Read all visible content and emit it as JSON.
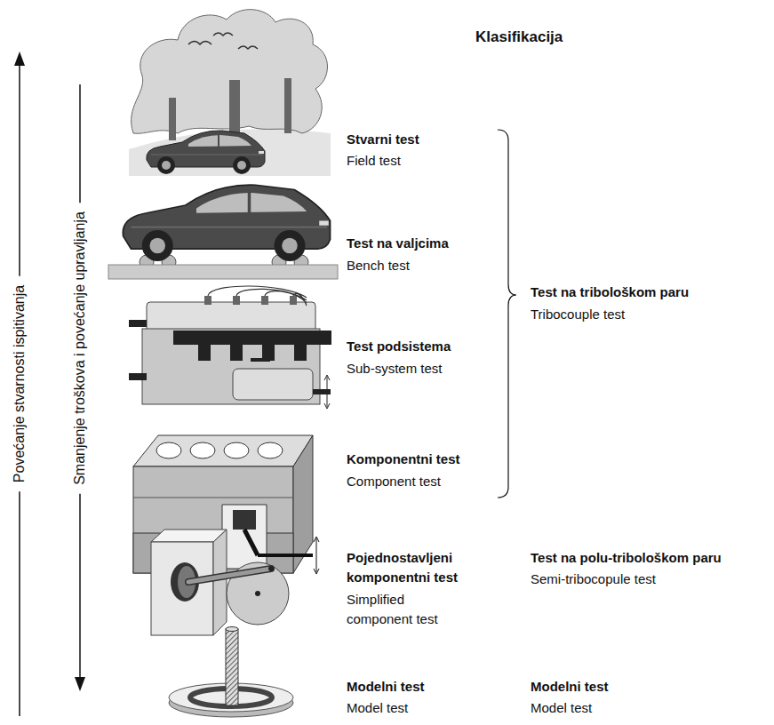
{
  "diagram": {
    "title": "Klasifikacija",
    "labels": [
      "Povećanje stvarnosti ispitivanja",
      "Smanjenje troškova i povećanje upravljanja",
      "Stvarni test",
      "Field test",
      "Test na valjcima",
      "Bench test",
      "Test na tribološkom paru",
      "Tribocouple test",
      "Test podsistema",
      "Sub-system test",
      "Komponentni test",
      "Component test",
      "Pojednostavljeni komponentni test",
      "Simplified component test",
      "Test na polu-tribološkom paru",
      "Semi-tribocopule test",
      "Modelni test",
      "Model test",
      "Modelni test",
      "Model test"
    ]
  }
}
